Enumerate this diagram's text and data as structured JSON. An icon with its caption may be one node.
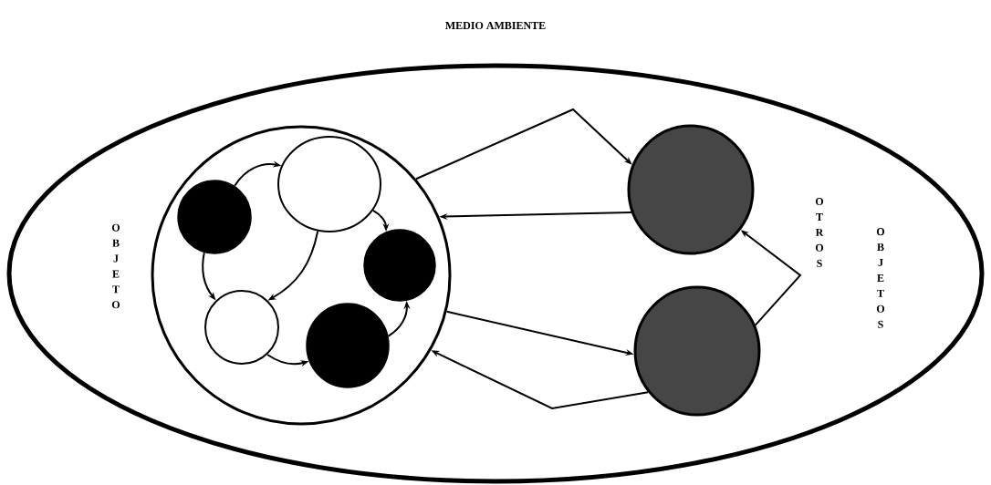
{
  "diagram": {
    "nodes": [
      {
        "text": [
          "MEDIO AMBIENTE"
        ]
      },
      {
        "text": [],
        "shape": "circle",
        "in": 0,
        "beside": [
          "OBJETO"
        ]
      },
      {
        "text": [],
        "shape": "circle",
        "in": 1
      },
      {
        "text": [],
        "shape": "circle",
        "in": 1
      },
      {
        "text": [],
        "shape": "circle",
        "in": 1
      },
      {
        "text": [],
        "shape": "circle",
        "in": 1
      },
      {
        "text": [],
        "shape": "circle",
        "in": 1
      },
      {
        "text": [],
        "shape": "circle",
        "in": 0
      },
      {
        "text": [],
        "shape": "circle",
        "in": 0
      }
    ],
    "edges": [
      {
        "from": 2,
        "to": 3,
        "arrow": "to"
      },
      {
        "from": 3,
        "to": 4,
        "arrow": "to"
      },
      {
        "from": 2,
        "to": 5,
        "arrow": "to"
      },
      {
        "from": 3,
        "to": 5,
        "arrow": "to"
      },
      {
        "from": 5,
        "to": 6,
        "arrow": "to"
      },
      {
        "from": 6,
        "to": 4,
        "arrow": "to"
      },
      {
        "from": 1,
        "to": 7,
        "arrow": "to"
      },
      {
        "from": 7,
        "to": 1,
        "arrow": "to"
      },
      {
        "from": 1,
        "to": 8,
        "arrow": "to"
      },
      {
        "from": 8,
        "to": 1,
        "arrow": "to"
      },
      {
        "from": 8,
        "to": 7,
        "arrow": "to"
      }
    ],
    "labels": [
      "OTROS",
      "OBJETOS"
    ]
  }
}
